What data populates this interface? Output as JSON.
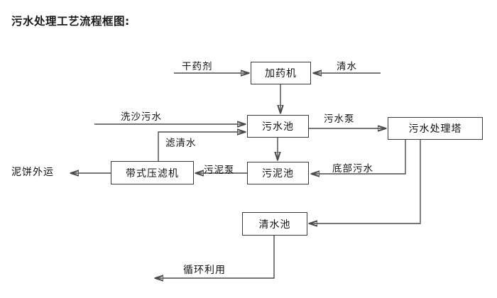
{
  "diagram": {
    "title": "污水处理工艺流程框图:",
    "nodes": [
      {
        "id": "dosing-machine",
        "label": "加药机"
      },
      {
        "id": "sewage-pool",
        "label": "污水池"
      },
      {
        "id": "sewage-treatment-tower",
        "label": "污水处理塔"
      },
      {
        "id": "belt-filter-press",
        "label": "带式压滤机"
      },
      {
        "id": "sludge-pool",
        "label": "污泥池"
      },
      {
        "id": "clean-water-pool",
        "label": "清水池"
      }
    ],
    "edge_labels": [
      {
        "id": "dry-agent",
        "label": "干药剂"
      },
      {
        "id": "clean-water-in",
        "label": "清水"
      },
      {
        "id": "sand-washing-sewage",
        "label": "洗沙污水"
      },
      {
        "id": "filtered-clear-water",
        "label": "滤清水"
      },
      {
        "id": "sewage-pump",
        "label": "污水泵"
      },
      {
        "id": "sludge-pump",
        "label": "污泥泵"
      },
      {
        "id": "bottom-sewage",
        "label": "底部污水"
      },
      {
        "id": "mud-cake-output",
        "label": "泥饼外运"
      },
      {
        "id": "recycle-reuse",
        "label": "循环利用"
      }
    ],
    "colors": {
      "stroke": "#4a4a4a",
      "text": "#111111",
      "background": "#ffffff"
    }
  }
}
